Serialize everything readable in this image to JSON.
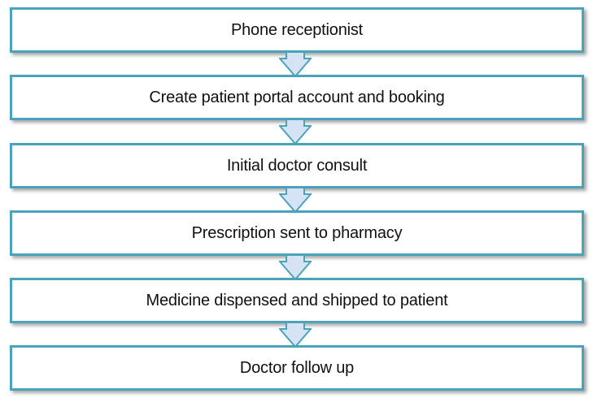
{
  "diagram": {
    "steps": [
      {
        "label": "Phone receptionist"
      },
      {
        "label": "Create patient portal account and booking"
      },
      {
        "label": "Initial doctor consult"
      },
      {
        "label": "Prescription sent to pharmacy"
      },
      {
        "label": "Medicine dispensed and shipped to patient"
      },
      {
        "label": "Doctor follow up"
      }
    ],
    "colors": {
      "box_border": "#4aa3bb",
      "box_fill": "#ffffff",
      "arrow_fill": "#d6e3f5",
      "arrow_stroke": "#4aa3bb",
      "text": "#111111"
    }
  }
}
